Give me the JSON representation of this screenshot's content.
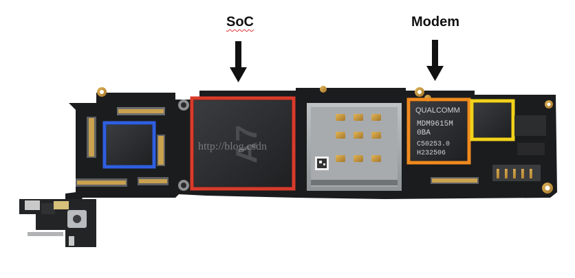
{
  "callouts": {
    "soc": "SoC",
    "modem": "Modem"
  },
  "chip_markings": {
    "a7_logo": "A7",
    "qualcomm_logo": "QUALCOMM",
    "modem_part": "MDM9615M",
    "modem_rev": "0BA",
    "modem_lot": "C50253.0",
    "modem_code": "H232506"
  },
  "watermark": "http://blog.csdn",
  "highlight_colors": {
    "soc_box": "#d93a2b",
    "modem_box": "#f08a1e",
    "blue_box": "#2f5fe0",
    "yellow_box": "#f2d21b"
  },
  "board": {
    "pcb_color": "#1b1c1d",
    "chip_color": "#2a2c2e",
    "gold_color": "#c79a3b"
  },
  "icons": [
    "arrow-down-icon",
    "arrow-down-icon"
  ]
}
